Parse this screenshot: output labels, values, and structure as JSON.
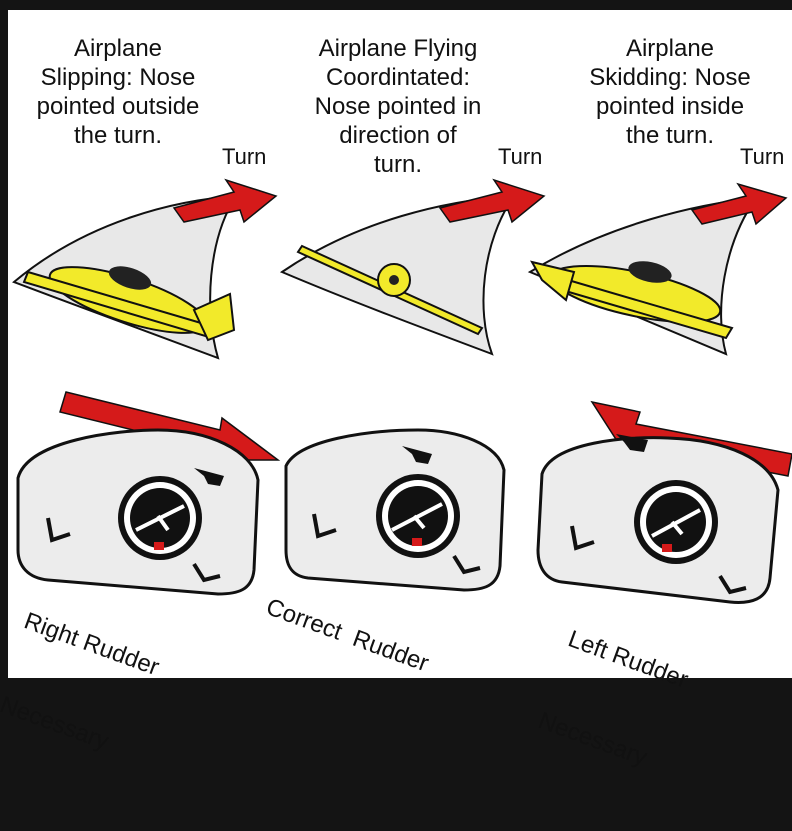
{
  "panels": [
    {
      "caption_lines": [
        "Airplane",
        "Slipping: Nose",
        "pointed outside",
        "the turn."
      ],
      "turn_label": "Turn",
      "rudder_lines": [
        "Right Rudder",
        "Necessary"
      ]
    },
    {
      "caption_lines": [
        "Airplane Flying",
        "Coordintated:",
        "Nose pointed in",
        "direction of",
        "turn."
      ],
      "turn_label": "Turn",
      "rudder_lines": [
        "Correct  Rudder"
      ]
    },
    {
      "caption_lines": [
        "Airplane",
        "Skidding: Nose",
        "pointed inside",
        "the turn."
      ],
      "turn_label": "Turn",
      "rudder_lines": [
        "Left Rudder",
        "Necessary"
      ]
    }
  ],
  "colors": {
    "arrow": "#d51a1a",
    "airplane": "#f2ea2a",
    "outline": "#111111",
    "sky_panel": "#e6e6e6",
    "frame": "#141414"
  }
}
